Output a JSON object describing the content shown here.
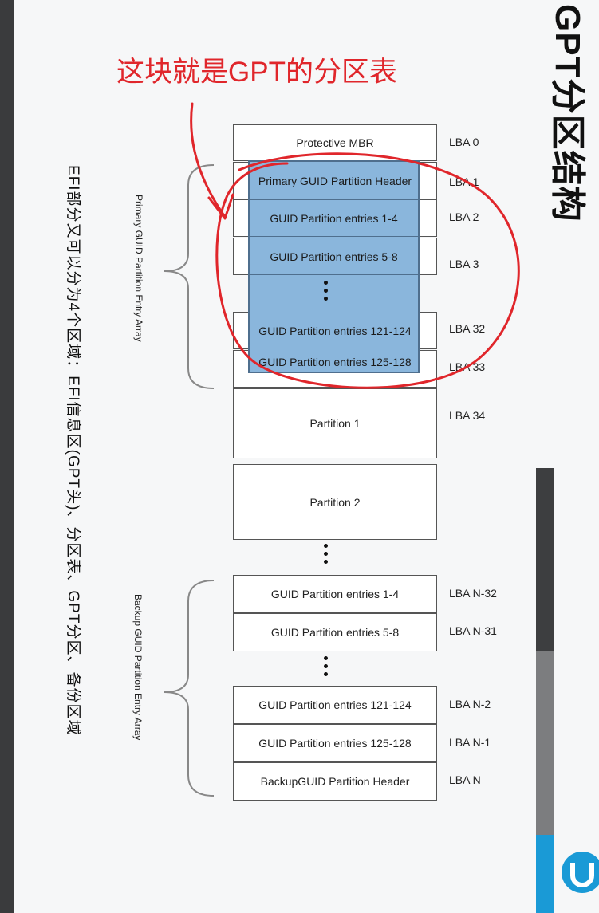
{
  "title": "GPT分区结构",
  "annotation": "这块就是GPT的分区表",
  "description": "EFI部分又可以分为4个区域：EFI信息区(GPT头)、分区表、GPT分区、备份区域",
  "primary_brace_label": "Primary GUID Partition Entry Array",
  "backup_brace_label": "Backup GUID Partition Entry Array",
  "blocks": [
    {
      "label": "Protective MBR",
      "lba": "LBA 0"
    },
    {
      "label": "Primary GUID Partition Header",
      "lba": "LBA 1"
    },
    {
      "label": "GUID Partition entries 1-4",
      "lba": "LBA 2"
    },
    {
      "label": "GUID Partition entries 5-8",
      "lba": "LBA 3"
    },
    {
      "label": "GUID Partition entries 121-124",
      "lba": "LBA 32"
    },
    {
      "label": "GUID Partition entries 125-128",
      "lba": "LBA 33"
    },
    {
      "label": "Partition 1",
      "lba": "LBA 34"
    },
    {
      "label": "Partition 2",
      "lba": ""
    },
    {
      "label": "GUID Partition entries 1-4",
      "lba": "LBA N-32"
    },
    {
      "label": "GUID Partition entries 5-8",
      "lba": "LBA N-31"
    },
    {
      "label": "GUID Partition entries 121-124",
      "lba": "LBA N-2"
    },
    {
      "label": "GUID Partition entries 125-128",
      "lba": "LBA N-1"
    },
    {
      "label": "BackupGUID Partition Header",
      "lba": "LBA N"
    }
  ],
  "colors": {
    "accent_red": "#e0262b",
    "highlight_blue": "#8ab6dc",
    "brand_blue": "#1a9ad6"
  },
  "icons": {
    "logo": "app-logo-icon"
  }
}
